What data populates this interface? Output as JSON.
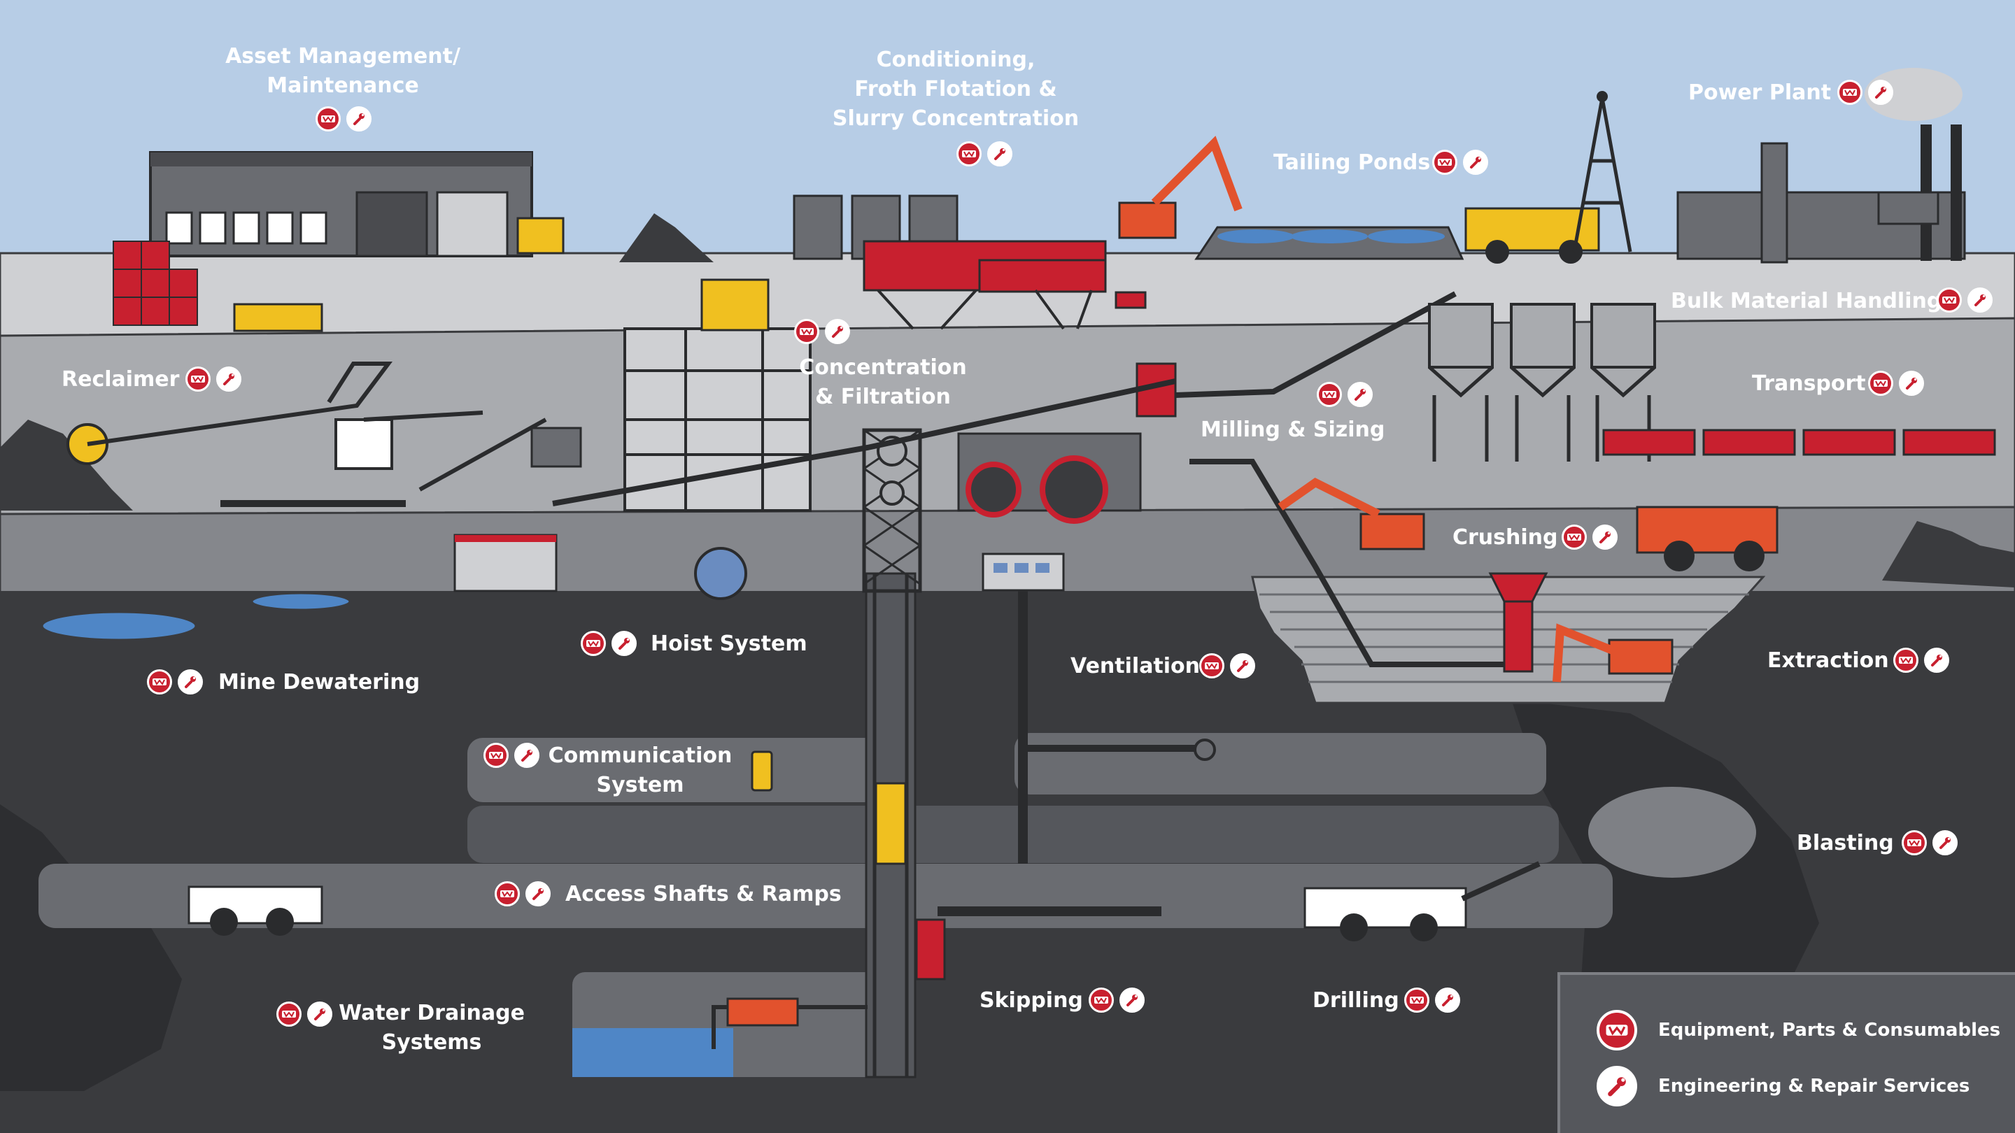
{
  "colors": {
    "sky": "#b7cde6",
    "ground_surface": "#cfd0d3",
    "ground_mid": "#a9abaf",
    "ground_dark": "#7e8085",
    "underground": "#3a3b3e",
    "tunnel": "#6a6c71",
    "accent_red": "#c8202f",
    "orange": "#e2522d",
    "yellow": "#f0c020",
    "water": "#4f86c6"
  },
  "icons": {
    "equipment": "equipment-parts-consumables-icon",
    "engineering": "wrench-engineering-icon"
  },
  "labels": [
    {
      "id": "asset-management",
      "lines": [
        "Asset Management/",
        "Maintenance"
      ]
    },
    {
      "id": "conditioning",
      "lines": [
        "Conditioning,",
        "Froth Flotation &",
        "Slurry Concentration"
      ]
    },
    {
      "id": "tailing-ponds",
      "lines": [
        "Tailing Ponds"
      ]
    },
    {
      "id": "power-plant",
      "lines": [
        "Power Plant"
      ]
    },
    {
      "id": "bulk-material-handling",
      "lines": [
        "Bulk Material Handling"
      ]
    },
    {
      "id": "reclaimer",
      "lines": [
        "Reclaimer"
      ]
    },
    {
      "id": "concentration-filtration",
      "lines": [
        "Concentration",
        "& Filtration"
      ]
    },
    {
      "id": "milling-sizing",
      "lines": [
        "Milling & Sizing"
      ]
    },
    {
      "id": "transport",
      "lines": [
        "Transport"
      ]
    },
    {
      "id": "crushing",
      "lines": [
        "Crushing"
      ]
    },
    {
      "id": "hoist-system",
      "lines": [
        "Hoist System"
      ]
    },
    {
      "id": "mine-dewatering",
      "lines": [
        "Mine Dewatering"
      ]
    },
    {
      "id": "ventilation",
      "lines": [
        "Ventilation"
      ]
    },
    {
      "id": "extraction",
      "lines": [
        "Extraction"
      ]
    },
    {
      "id": "communication-system",
      "lines": [
        "Communication",
        "System"
      ]
    },
    {
      "id": "blasting",
      "lines": [
        "Blasting"
      ]
    },
    {
      "id": "access-shafts-ramps",
      "lines": [
        "Access Shafts & Ramps"
      ]
    },
    {
      "id": "water-drainage",
      "lines": [
        "Water Drainage",
        "Systems"
      ]
    },
    {
      "id": "skipping",
      "lines": [
        "Skipping"
      ]
    },
    {
      "id": "drilling",
      "lines": [
        "Drilling"
      ]
    }
  ],
  "legend": {
    "equipment": "Equipment, Parts & Consumables",
    "engineering": "Engineering & Repair Services"
  }
}
